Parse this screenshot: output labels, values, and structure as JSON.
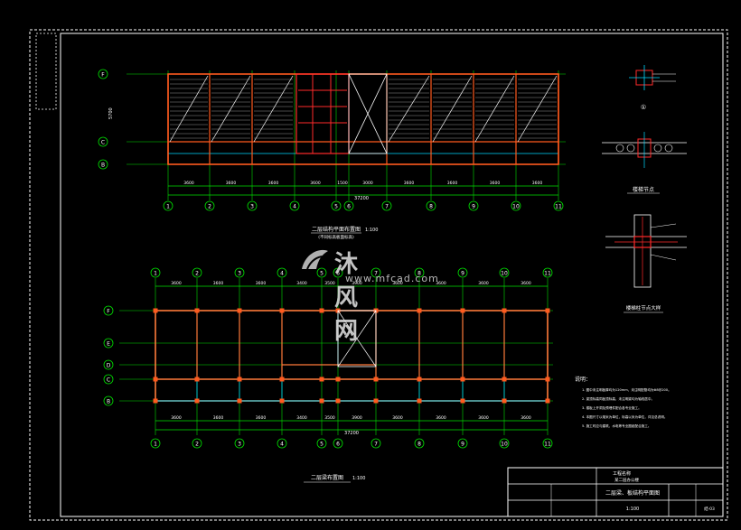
{
  "drawing": {
    "upper_plan_title": "二层结构平面布置图",
    "upper_plan_scale": "1:100",
    "upper_plan_note": "(不同标高板面标高)",
    "lower_plan_title": "二层梁布置图",
    "lower_plan_scale": "1:100",
    "total_length": "37200",
    "depth_dimension": "5700",
    "grid_numbers": [
      "1",
      "2",
      "3",
      "4",
      "5",
      "6",
      "7",
      "8",
      "9",
      "10",
      "11"
    ],
    "grid_letters_upper": [
      "F",
      "C",
      "B"
    ],
    "grid_letters_lower": [
      "F",
      "E",
      "D",
      "C",
      "B"
    ],
    "spans_upper": [
      "3600",
      "3600",
      "3600",
      "3600",
      "1500",
      "3000",
      "3600",
      "3600",
      "3600",
      "3600"
    ],
    "spans_lower": [
      "3600",
      "3600",
      "3600",
      "3400",
      "3500",
      "3900",
      "3600",
      "3600",
      "3600",
      "3600"
    ],
    "detail_titles": [
      "①",
      "楼梯节点",
      "楼梯柱节点大样"
    ],
    "notes_heading": "说明：",
    "notes": [
      "1. 图中未注明板厚均为120mm，未注明配筋均为Φ8@200。",
      "2. 梁顶标高同板顶标高，未注明梁均为轴线居中。",
      "3. 楼板上开洞及预埋件配合各专业施工。",
      "4. 本图尺寸以毫米为单位，标高以米为单位，详见总说明。",
      "5. 施工时应与建筑、水电等专业图纸配合施工。"
    ],
    "title_block": {
      "project": "工程名称",
      "sub": "某二层办公楼",
      "drawing_name": "二层梁、板结构平面图",
      "scale": "1:100",
      "drawing_no": "结-03"
    }
  },
  "watermark": {
    "text": "沐风网",
    "url": "www.mfcad.com"
  },
  "colors": {
    "background": "#000000",
    "frame": "#ffffff",
    "axis": "#00e000",
    "wall": "#ff5a1e",
    "beam": "#ff7a3a",
    "text": "#ffffff",
    "dim": "#00ff00",
    "rebar": "#ff2a2a",
    "cyan": "#00d8ff",
    "magenta": "#ff3cff",
    "yellow": "#ffff40"
  }
}
